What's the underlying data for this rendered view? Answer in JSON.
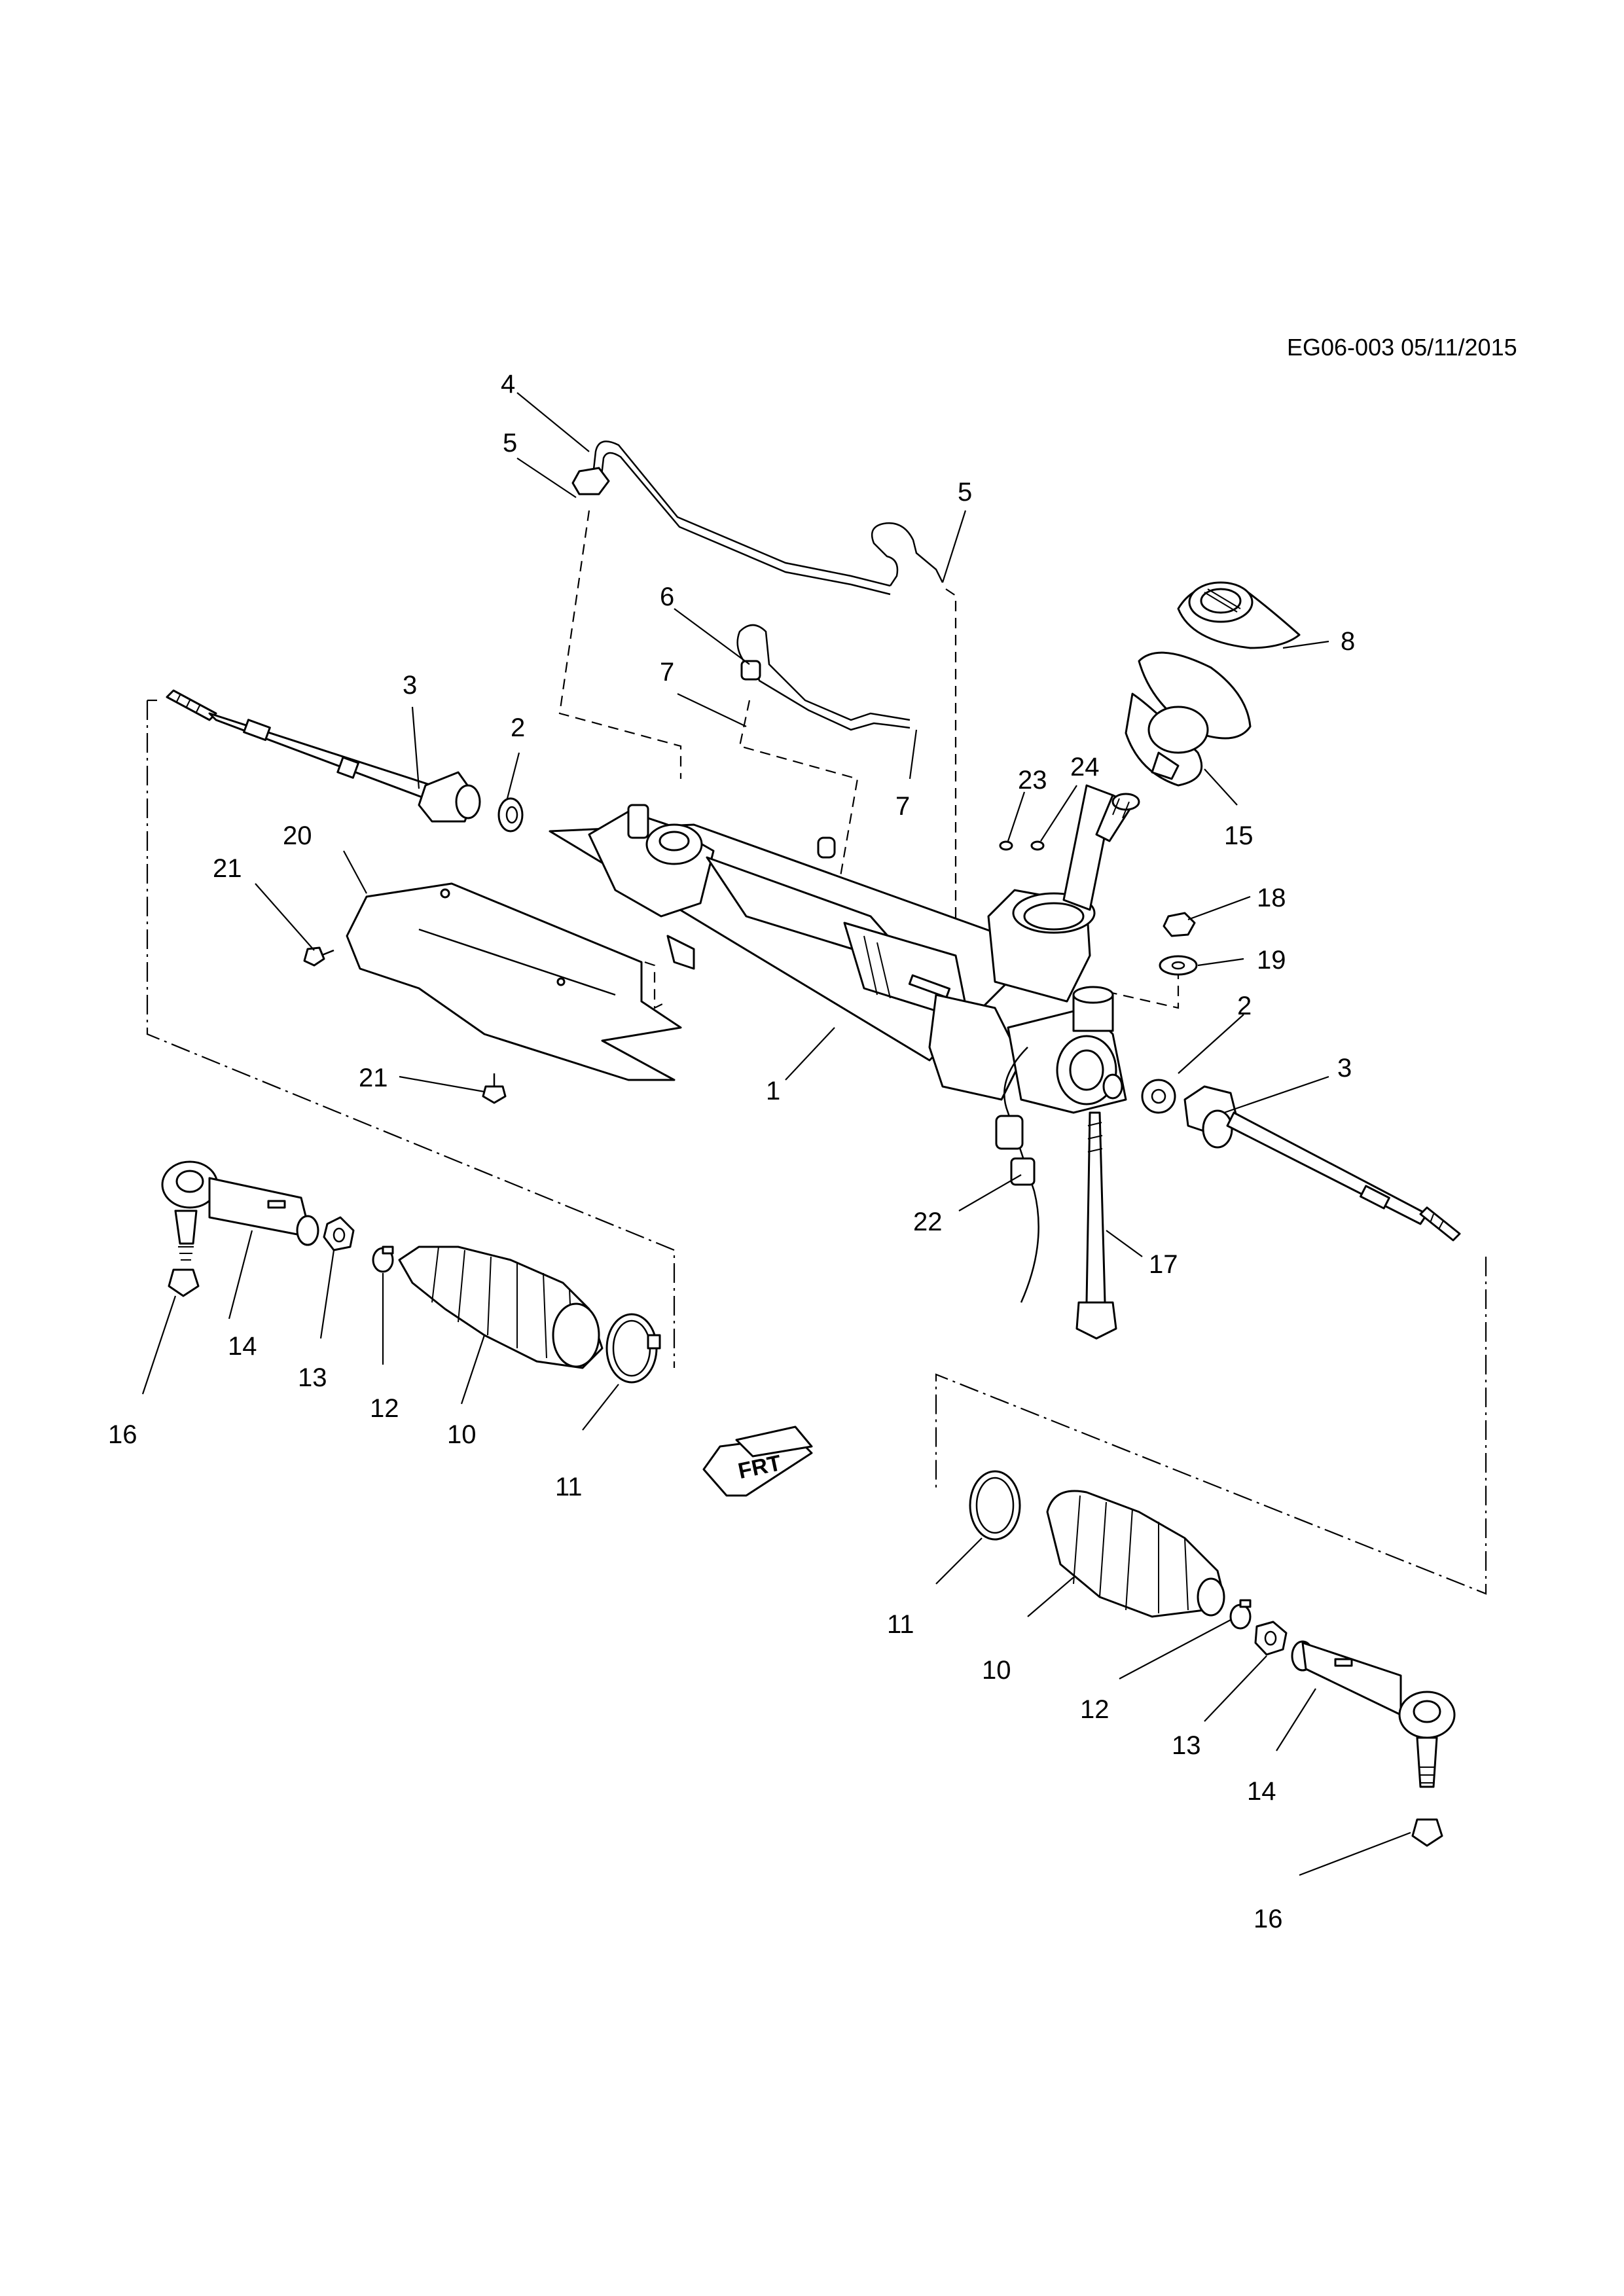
{
  "diagram": {
    "reference_code": "EG06-003 05/11/2015",
    "callouts": {
      "c1": "1",
      "c2a": "2",
      "c2b": "2",
      "c3a": "3",
      "c3b": "3",
      "c4": "4",
      "c5a": "5",
      "c5b": "5",
      "c6": "6",
      "c7a": "7",
      "c7b": "7",
      "c8": "8",
      "c10a": "10",
      "c10b": "10",
      "c11a": "11",
      "c11b": "11",
      "c12a": "12",
      "c12b": "12",
      "c13a": "13",
      "c13b": "13",
      "c14a": "14",
      "c14b": "14",
      "c15": "15",
      "c16a": "16",
      "c16b": "16",
      "c17": "17",
      "c18": "18",
      "c19": "19",
      "c20": "20",
      "c21a": "21",
      "c21b": "21",
      "c22": "22",
      "c23": "23",
      "c24": "24"
    },
    "front_arrow_label": "FRT"
  }
}
